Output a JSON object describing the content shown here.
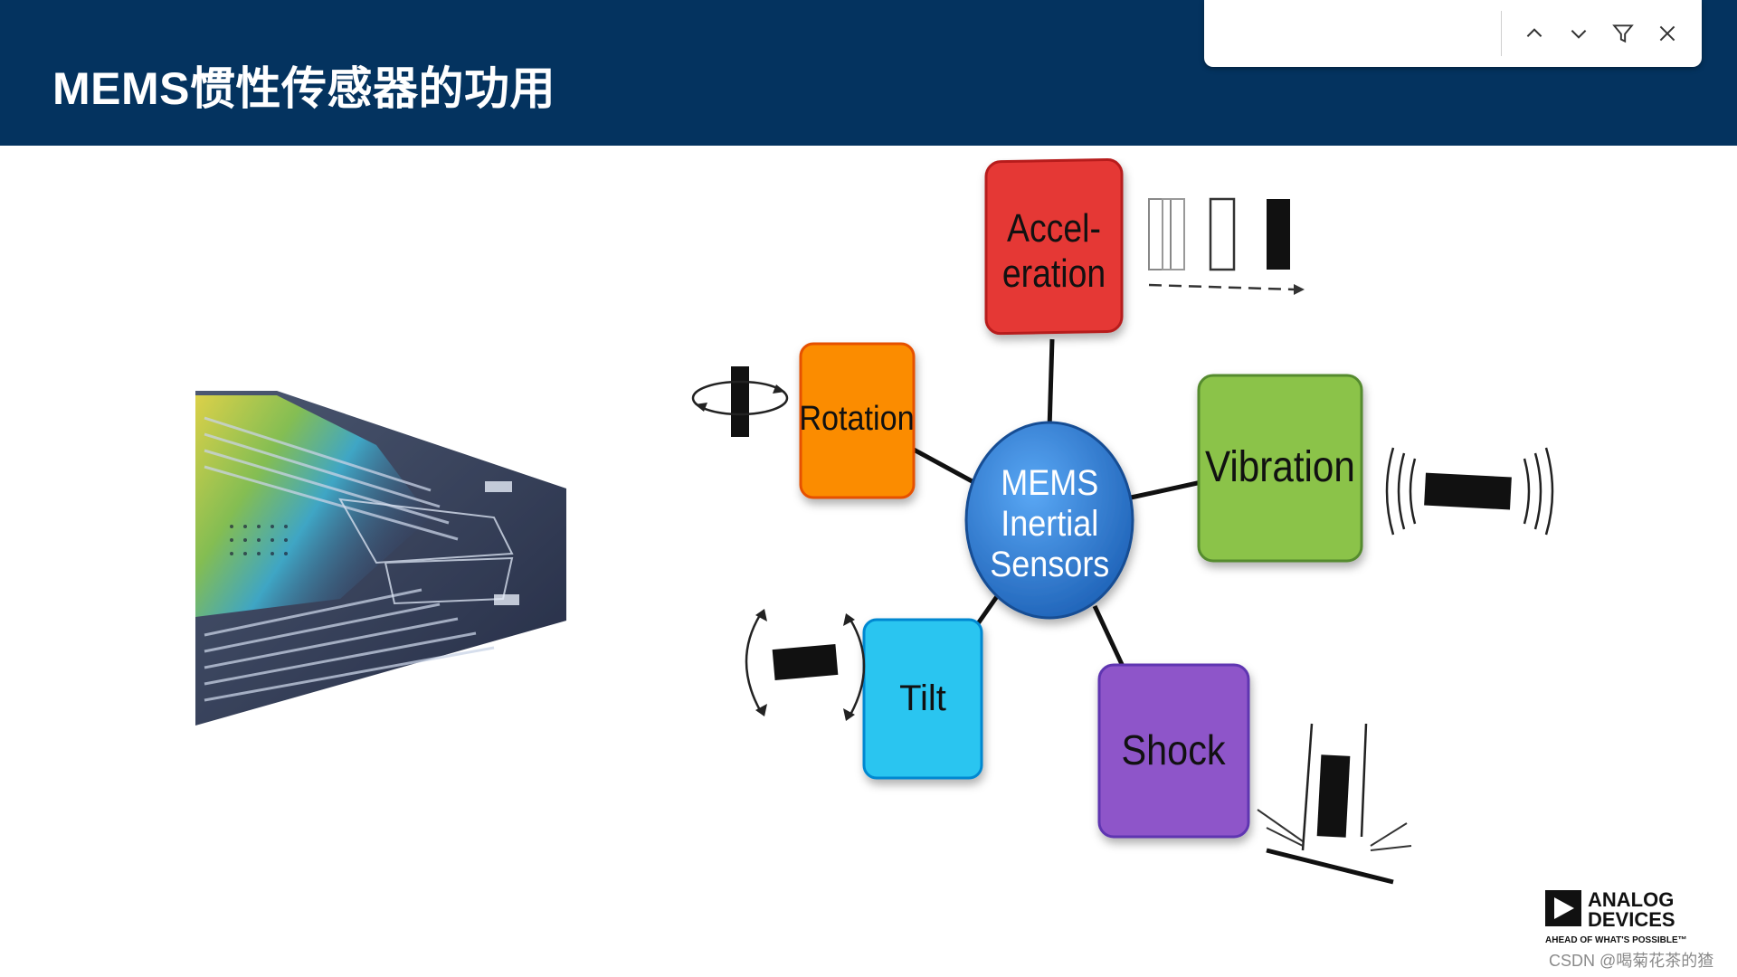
{
  "slide": {
    "title": "MEMS惯性传感器的功用"
  },
  "find_bar": {
    "query_value": "",
    "placeholder": "",
    "icons": [
      "chevron-up-icon",
      "chevron-down-icon",
      "filter-icon",
      "close-icon"
    ]
  },
  "diagram": {
    "center": "MEMS Inertial Sensors",
    "center_lines": [
      "MEMS",
      "Inertial",
      "Sensors"
    ],
    "nodes": [
      {
        "label_lines": [
          "Accel-",
          "eration"
        ],
        "color": "#e53935"
      },
      {
        "label_lines": [
          "Rotation"
        ],
        "color": "#fb8c00"
      },
      {
        "label_lines": [
          "Vibration"
        ],
        "color": "#8bc34a"
      },
      {
        "label_lines": [
          "Tilt"
        ],
        "color": "#29c5f0"
      },
      {
        "label_lines": [
          "Shock"
        ],
        "color": "#8e55c9"
      }
    ],
    "center_color": "#2f7fd6"
  },
  "logo": {
    "line1": "ANALOG",
    "line2": "DEVICES",
    "tagline": "AHEAD OF WHAT'S POSSIBLE™"
  },
  "watermark": "CSDN @喝菊花茶的猹",
  "colors": {
    "header_bg": "#04335f",
    "accent": "#2f7fd6"
  }
}
